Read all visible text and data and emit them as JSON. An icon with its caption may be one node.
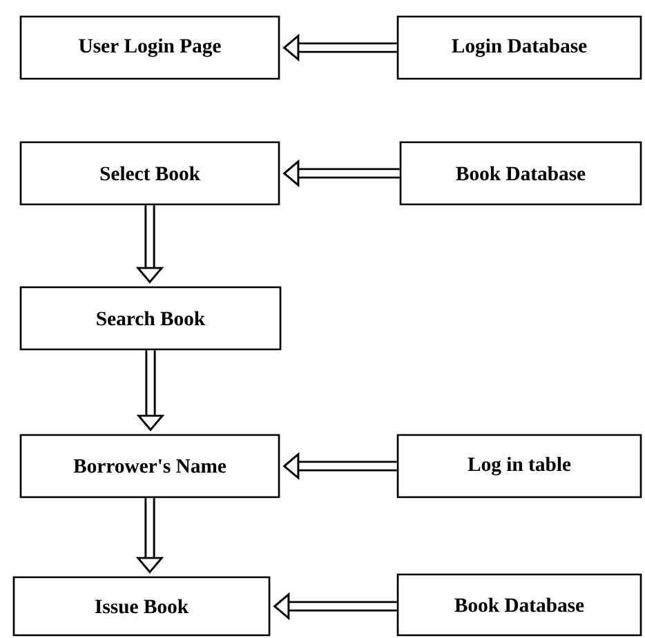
{
  "diagram": {
    "nodes": [
      {
        "text": [
          "User Login Page"
        ]
      },
      {
        "text": [
          "Login Database"
        ]
      },
      {
        "text": [
          "Select Book"
        ]
      },
      {
        "text": [
          "Book Database"
        ]
      },
      {
        "text": [
          "Search Book"
        ]
      },
      {
        "text": [
          "Borrower's Name"
        ]
      },
      {
        "text": [
          "Log in table"
        ]
      },
      {
        "text": [
          "Issue Book"
        ]
      },
      {
        "text": [
          "Book Database"
        ]
      }
    ],
    "edges": [
      {
        "from": 1,
        "to": 0,
        "arrow": "to"
      },
      {
        "from": 3,
        "to": 2,
        "arrow": "to"
      },
      {
        "from": 2,
        "to": 4,
        "arrow": "to"
      },
      {
        "from": 4,
        "to": 5,
        "arrow": "to"
      },
      {
        "from": 6,
        "to": 5,
        "arrow": "to"
      },
      {
        "from": 5,
        "to": 7,
        "arrow": "to"
      },
      {
        "from": 8,
        "to": 7,
        "arrow": "to"
      }
    ]
  }
}
